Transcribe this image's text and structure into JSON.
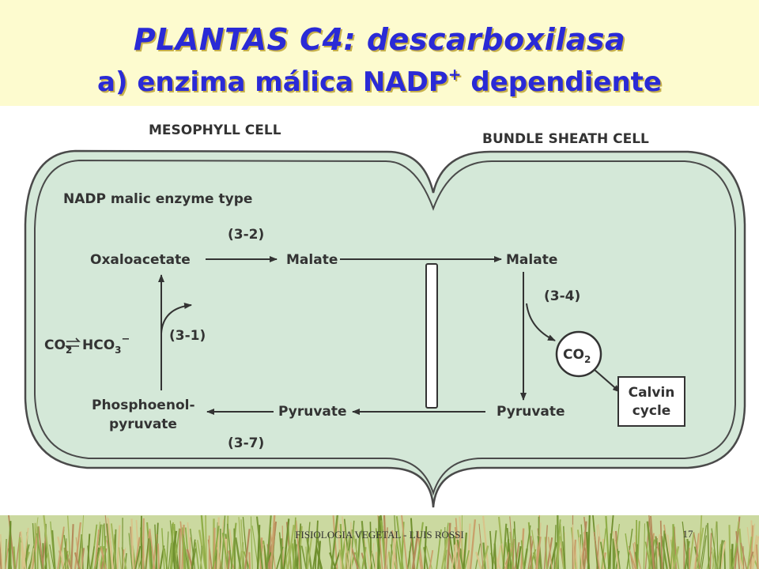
{
  "title": {
    "line1": "PLANTAS C4: descarboxilasa",
    "line2_main": "a) enzima málica NADP",
    "line2_sup": "+",
    "line2_end": " dependiente"
  },
  "diagram": {
    "mesophyll_label": "MESOPHYLL CELL",
    "bundle_sheath_label": "BUNDLE SHEATH CELL",
    "type_label": "NADP malic enzyme type",
    "oxaloacetate": "Oxaloacetate",
    "malate_meso": "Malate",
    "malate_bundle": "Malate",
    "step_32": "(3-2)",
    "step_34": "(3-4)",
    "step_31": "(3-1)",
    "step_37": "(3-7)",
    "co2_left_main": "CO",
    "co2_left_sub": "2",
    "hco3_main": "HCO",
    "hco3_sub": "3",
    "hco3_sup": "−",
    "co2_circle_main": "CO",
    "co2_circle_sub": "2",
    "pep_line1": "Phosphoenol-",
    "pep_line2": "pyruvate",
    "pyruvate_meso": "Pyruvate",
    "pyruvate_bundle": "Pyruvate",
    "calvin_line1": "Calvin",
    "calvin_line2": "cycle"
  },
  "footer": {
    "text": "FISIOLOGIA VEGETAL - LUIS ROSSI",
    "slide_number": "17"
  },
  "colors": {
    "title_blue": "#2a2ad6",
    "title_shadow": "#c7b04a",
    "title_background": "#fdfbcf",
    "cell_fill": "#d4e8d8",
    "cell_stroke": "#4a4a4a"
  }
}
